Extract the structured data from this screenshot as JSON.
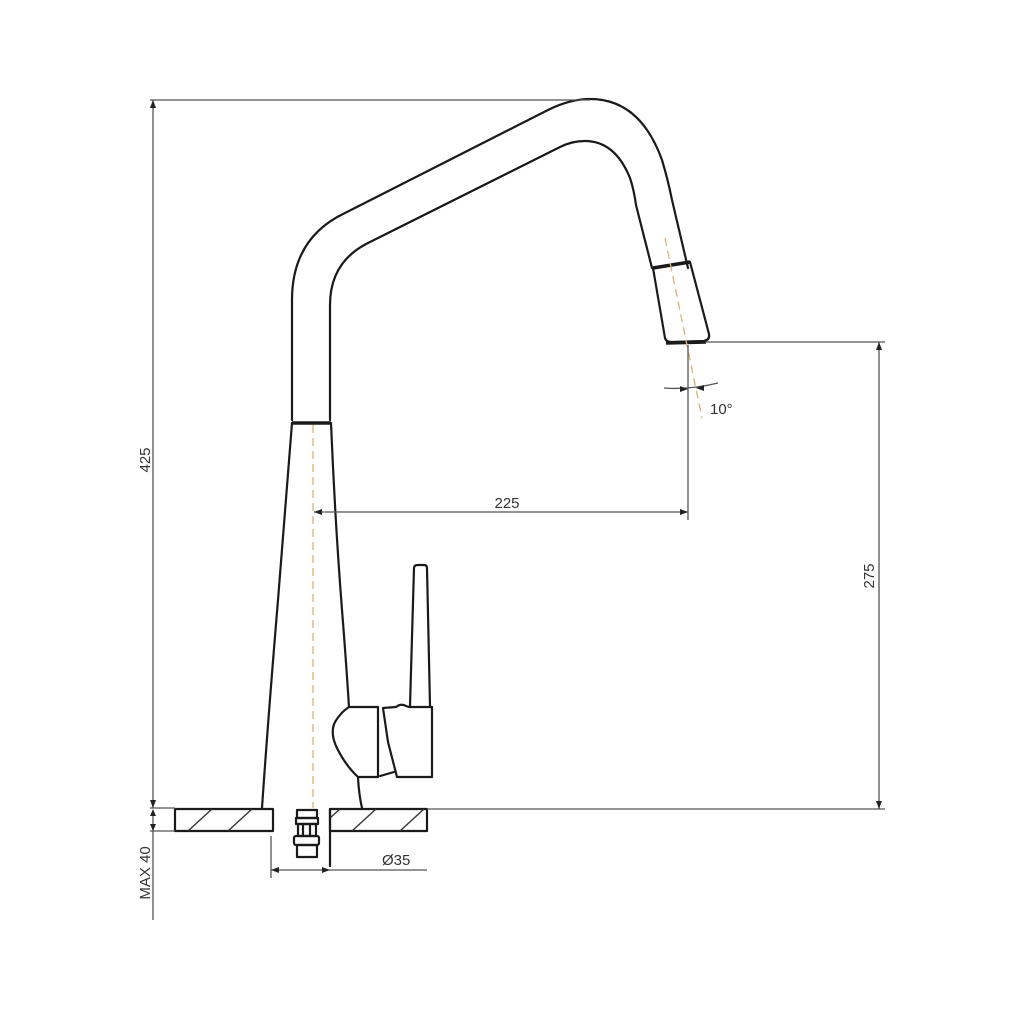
{
  "drawing": {
    "subject": "Kitchen faucet side elevation with pull-out spout",
    "colors": {
      "outline": "#1a1a1a",
      "dimension": "#555555",
      "centerline": "#d9b27a",
      "background": "#ffffff"
    },
    "dimensions": {
      "total_height": {
        "value": "425"
      },
      "spout_reach": {
        "value": "225"
      },
      "spout_clearance": {
        "value": "275"
      },
      "spray_angle": {
        "value": "10°"
      },
      "hole_diameter": {
        "value": "Ø35"
      },
      "max_deck_thickness": {
        "value": "MAX 40"
      }
    }
  }
}
